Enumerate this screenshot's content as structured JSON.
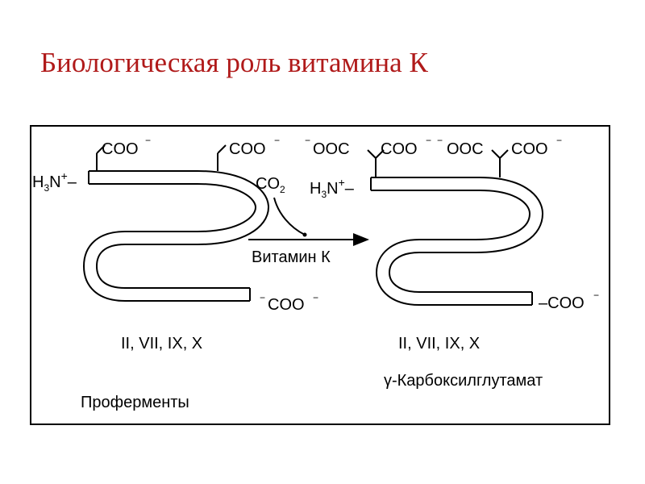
{
  "slide": {
    "title": "Биологическая роль витамина К"
  },
  "diagram": {
    "left": {
      "amino_group": "H3N+–",
      "coo_top_1": "COO",
      "coo_top_2": "COO",
      "coo_bottom": "COO",
      "charge": "−",
      "factors": "II, VII, IX, X",
      "caption": "Проферменты"
    },
    "reaction": {
      "reagent": "CO2",
      "cofactor": "Витамин К"
    },
    "right": {
      "amino_group": "H3N+–",
      "group_1": "OOC COO",
      "group_2": "OOC COO",
      "coo_bottom": "COO",
      "factors": "II, VII, IX, X",
      "caption": "γ-Карбоксилглутамат"
    }
  }
}
